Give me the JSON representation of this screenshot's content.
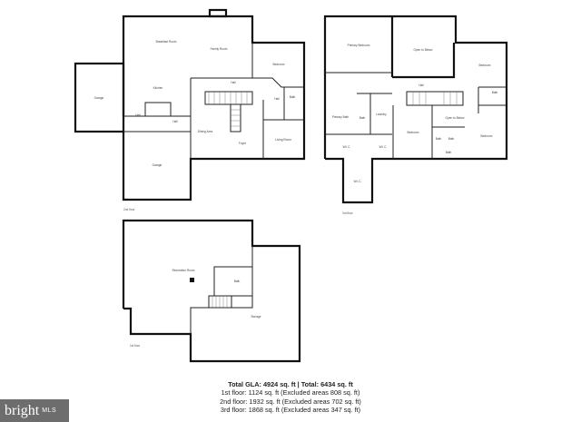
{
  "floors": [
    {
      "label": "2nd floor",
      "rooms": [
        "Garage",
        "Breakfast Room",
        "Family Room",
        "Kitchen",
        "Bedroom",
        "Hall",
        "Bath",
        "Hall",
        "Hall",
        "Hall",
        "Dining Area",
        "Foyer",
        "Living Room",
        "Garage"
      ]
    },
    {
      "label": "3rd floor",
      "rooms": [
        "Primary Bedroom",
        "Open to Below",
        "Bedroom",
        "Hall",
        "Bath",
        "Primary Bath",
        "Bath",
        "Laundry",
        "Bedroom",
        "Open to Below",
        "Bath",
        "Bath",
        "Bedroom",
        "W.I.C.",
        "W.I.C.",
        "Bath",
        "W.I.C."
      ]
    },
    {
      "label": "1st floor",
      "rooms": [
        "Recreation Room",
        "Bath",
        "Storage"
      ]
    }
  ],
  "summary": {
    "total": "Total GLA: 4924 sq. ft | Total: 6434 sq. ft",
    "lines": [
      "1st floor: 1124 sq. ft (Excluded areas 808 sq. ft)",
      "2nd floor: 1932 sq. ft (Excluded areas 702 sq. ft)",
      "3rd floor: 1868 sq. ft (Excluded areas 347 sq. ft)"
    ]
  },
  "logo": {
    "brand": "bright",
    "suffix": "MLS"
  }
}
